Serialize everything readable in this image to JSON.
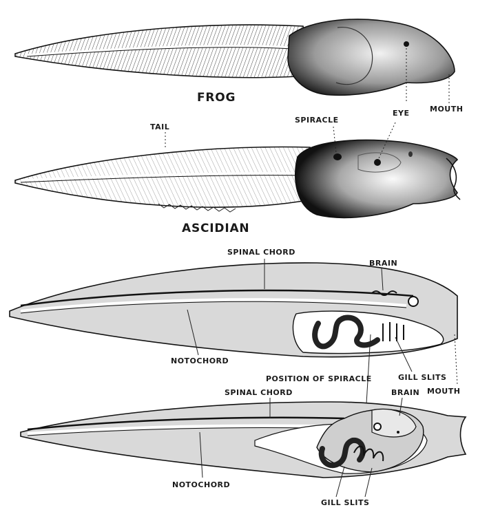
{
  "labels": {
    "frog": "FROG",
    "ascidian": "ASCIDIAN",
    "tail": "TAIL",
    "spiracle": "SPIRACLE",
    "eye": "EYE",
    "mouth_top": "MOUTH",
    "spinal_chord_1": "SPINAL CHORD",
    "brain_1": "BRAIN",
    "notochord_1": "NOTOCHORD",
    "position_of_spiracle": "POSITION OF SPIRACLE",
    "gill_slits_1": "GILL SLITS",
    "spinal_chord_2": "SPINAL CHORD",
    "brain_2": "BRAIN",
    "mouth_bottom": "MOUTH",
    "notochord_2": "NOTOCHORD",
    "gill_slits_2": "GILL SLITS"
  }
}
